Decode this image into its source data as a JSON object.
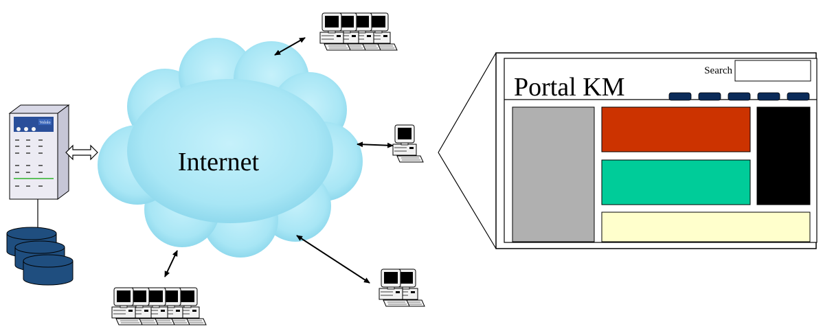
{
  "cloud": {
    "label": "Internet",
    "color": "#a8e6f5",
    "edge_color": "#7cc9e0"
  },
  "server": {
    "brand_label": "Vololo",
    "body_color": "#e8e8ee",
    "panel_color": "#2a4f9a"
  },
  "database": {
    "color": "#1f4e7f"
  },
  "portal": {
    "title": "Portal KM",
    "search_label": "Search",
    "nav_button_color": "#0b2b59",
    "left_panel_color": "#b0b0b0",
    "red_panel_color": "#cc3300",
    "green_panel_color": "#00cc99",
    "black_panel_color": "#000000",
    "yellow_panel_color": "#ffffcc"
  },
  "icons": {
    "workstation_groups": [
      "computer-group-top",
      "computer-group-bottom-left",
      "computer-group-bottom-right",
      "computer-single-right"
    ]
  }
}
